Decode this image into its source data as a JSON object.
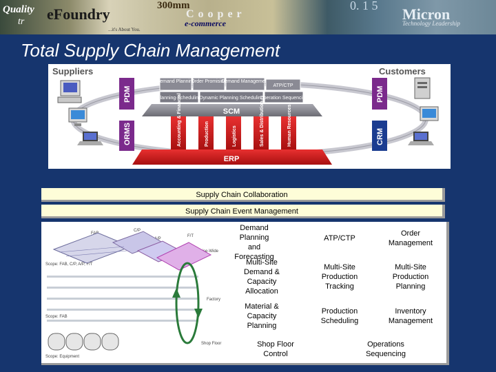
{
  "banner": {
    "logo_left": "Quality",
    "logo_left2": "tr",
    "efoundry": "eFoundry",
    "mm": "300mm",
    "ecommerce": "e-commerce",
    "tagline": "...it's About You.",
    "right_logo": "Micron",
    "right_sub": "Technology Leadership",
    "right_dots": "0. 1 5"
  },
  "slide_title": "Total Supply Chain Management",
  "diagram": {
    "suppliers": "Suppliers",
    "customers": "Customers",
    "pdm_left": "PDM",
    "pdm_right": "PDM",
    "orms": "ORMS",
    "crm": "CRM",
    "scm": "SCM",
    "erp": "ERP",
    "tiles": [
      "Demand Planning",
      "Order Promising",
      "Demand Management",
      "ATP/CTP",
      "Planning Scheduling",
      "Dynamic Planning Scheduling",
      "Operation Sequencing"
    ],
    "pillars": [
      "Accounting & Financial",
      "Production",
      "Logistics",
      "Sales & Distribution",
      "Human Resources"
    ]
  },
  "bars": {
    "collab": "Supply Chain Collaboration",
    "event": "Supply Chain Event Management"
  },
  "factory": {
    "fab": "FAB",
    "cp": "C/P",
    "ap": "A/P",
    "ft": "F/T",
    "enterprise": "Enterprise-Wide",
    "scope_multi": "Scope: FAB, C/P, A/P, F/T",
    "factory_lbl": "Factory",
    "scope_fab": "Scope: FAB",
    "shop_floor": "Shop Floor",
    "scope_eq": "Scope: Equipment"
  },
  "grid_cells": {
    "r1c1": "Demand\nPlanning and\nForecasting",
    "r1c2": "ATP/CTP",
    "r1c3": "Order\nManagement",
    "r2c1": "Multi-Site\nDemand &\nCapacity\nAllocation",
    "r2c2": "Multi-Site\nProduction\nTracking",
    "r2c3": "Multi-Site\nProduction\nPlanning",
    "r3c1": "Material &\nCapacity\nPlanning",
    "r3c2": "Production\nScheduling",
    "r3c3": "Inventory\nManagement",
    "r4c1": "Shop Floor\nControl",
    "r4c2": "Operations\nSequencing"
  },
  "colors": {
    "background": "#16356e",
    "bar_fill": "#fefdd8",
    "erp_red": "#d42020",
    "scm_gray": "#8c8c94"
  }
}
